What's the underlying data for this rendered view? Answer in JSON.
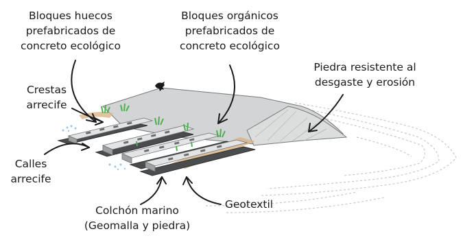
{
  "labels": {
    "bloques_huecos": [
      "Bloques huecos",
      "prefabricados de",
      "concreto ecológico"
    ],
    "bloques_organicos": [
      "Bloques orgánicos",
      "prefabricados de",
      "concreto ecológico"
    ],
    "piedra": [
      "Piedra resistente al",
      "desgaste y erosión"
    ],
    "crestas": [
      "Crestas",
      "arrecife"
    ],
    "calles": [
      "Calles",
      "arrecife"
    ],
    "colchon": [
      "Colchón marino",
      "(Geomalla y piedra)"
    ],
    "geotextil": [
      "Geotextil"
    ]
  },
  "colors": {
    "concrete": "#c9cbcc",
    "concrete_dark": "#8f9293",
    "slab": "#4a4c4e",
    "stone": "#d8d9da",
    "geotextile": "#d9b48a",
    "plants": "#4caf50",
    "water": "#9ec5e8",
    "ink": "#1a1a1a"
  }
}
